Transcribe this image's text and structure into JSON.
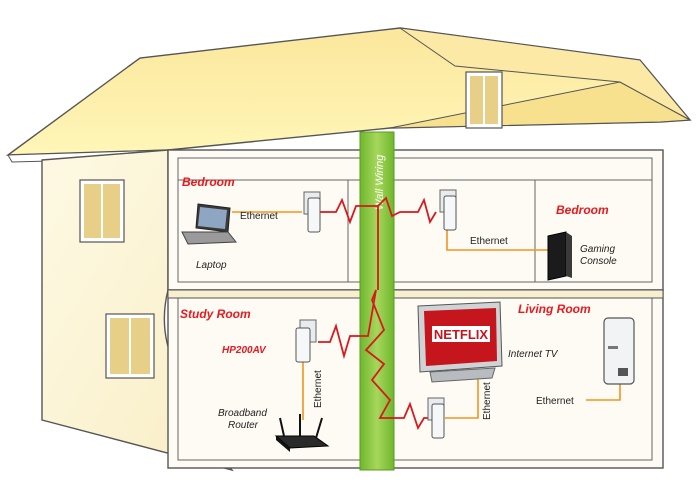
{
  "rooms": {
    "bedroom_left": "Bedroom",
    "bedroom_right": "Bedroom",
    "study_room": "Study Room",
    "living_room": "Living Room"
  },
  "devices": {
    "laptop": "Laptop",
    "gaming_console_line1": "Gaming",
    "gaming_console_line2": "Console",
    "adapter_model": "HP200AV",
    "router_line1": "Broadband",
    "router_line2": "Router",
    "internet_tv": "Internet TV",
    "tv_logo": "NETFLIX"
  },
  "connections": {
    "eth_laptop": "Ethernet",
    "eth_console": "Ethernet",
    "eth_router": "Ethernet",
    "eth_tv": "Ethernet",
    "eth_living": "Ethernet",
    "wall_wiring": "Wall Wiring"
  },
  "colors": {
    "room_label": "#e8191f",
    "ethernet_line": "#f29422",
    "power_line": "#d71920",
    "wall_wiring": "#8cc63f",
    "house_wall": "#fdf4d2",
    "roof": "#fbef9a",
    "window": "#e7cf87"
  },
  "icons": [
    "laptop-icon",
    "power-adapter-icon",
    "gaming-console-icon",
    "router-icon",
    "tv-icon",
    "standalone-adapter-icon"
  ]
}
